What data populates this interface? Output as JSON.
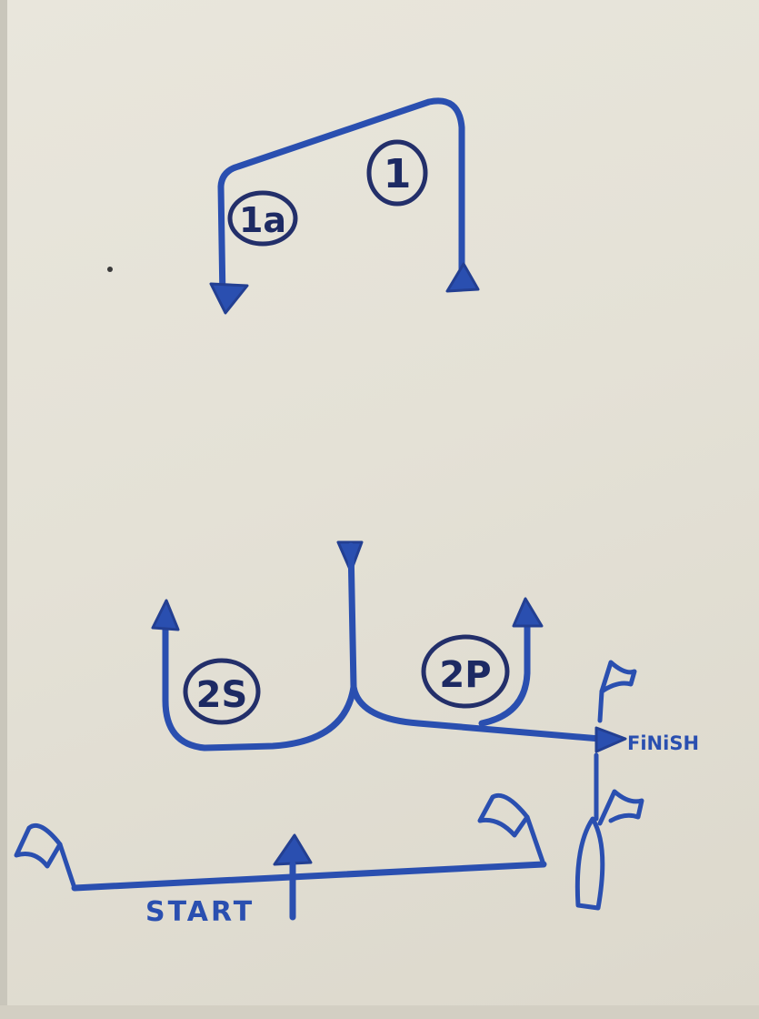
{
  "labels": {
    "leg_1": "1",
    "leg_1a": "1a",
    "leg_2s": "2S",
    "leg_2p": "2P",
    "start": "START",
    "finish": "FiNiSH"
  },
  "colors": {
    "ink_blue": "#2a4fb0",
    "ink_dark": "#1d2a63",
    "whiteboard": "#e6e3d8"
  }
}
